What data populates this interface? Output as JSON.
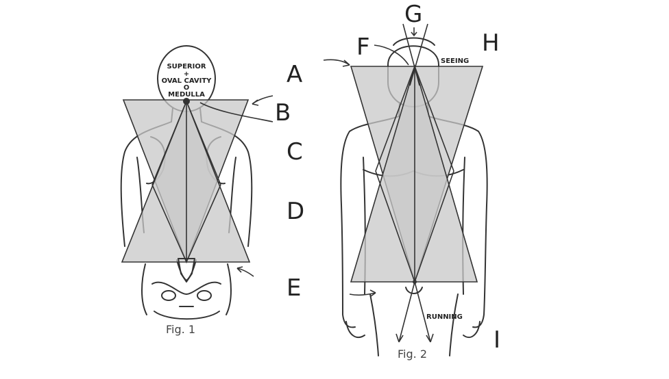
{
  "letters": {
    "A": "A",
    "B": "B",
    "C": "C",
    "D": "D",
    "E": "E",
    "F": "F",
    "G": "G",
    "H": "H",
    "I": "I"
  },
  "fig1": {
    "caption": "Fig. 1",
    "head_labels": {
      "superior": "SUPERIOR",
      "plus": "+",
      "oval_cavity": "OVAL CAVITY",
      "o": "O",
      "medulla": "MEDULLA",
      "minus": "−"
    }
  },
  "fig2": {
    "caption": "Fig. 2",
    "seeing": "SEEING",
    "running": "RUNNING"
  },
  "colors": {
    "ink": "#333333",
    "shade": "#c8c8c8"
  }
}
